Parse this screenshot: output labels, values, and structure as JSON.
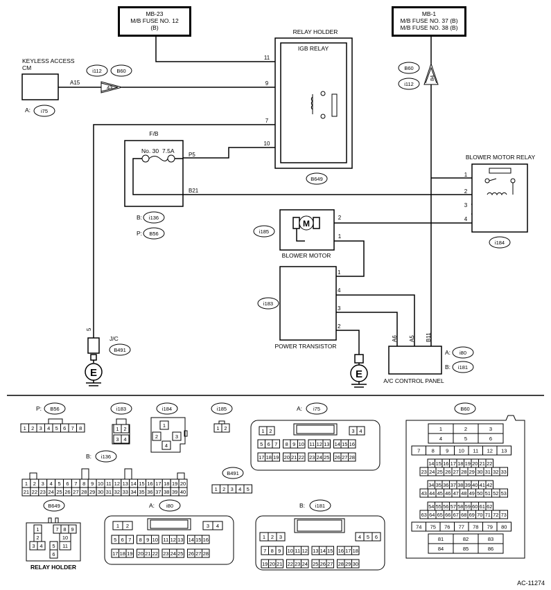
{
  "fuse_mb23": {
    "line1": "MB-23",
    "line2": "M/B FUSE NO. 12",
    "line3": "(B)"
  },
  "fuse_mb1": {
    "line1": "MB-1",
    "line2": "M/B FUSE NO. 37 (B)",
    "line3": "M/B FUSE NO. 38 (B)"
  },
  "relay_holder": {
    "title": "RELAY HOLDER",
    "relay": "IGB RELAY",
    "pins": [
      "11",
      "9",
      "7",
      "10"
    ],
    "connector": "B649"
  },
  "keyless": {
    "line1": "KEYLESS ACCESS",
    "line2": "CM",
    "terminal": "A15",
    "conn_prefix": "A:",
    "conn": "i75"
  },
  "conn_i112_b60_left": {
    "a": "i112",
    "b": "B60",
    "pin": "43"
  },
  "conn_b60_i112_right": {
    "a": "B60",
    "b": "i112",
    "pin": "84"
  },
  "fb": {
    "title": "F/B",
    "fuse": "No. 30",
    "amp": "7.5A",
    "p5": "P5",
    "b21": "B21",
    "b_prefix": "B:",
    "b_conn": "i136",
    "p_prefix": "P:",
    "p_conn": "B56"
  },
  "blower_relay": {
    "title": "BLOWER MOTOR RELAY",
    "pins": [
      "1",
      "2",
      "3",
      "4"
    ],
    "connector": "i184"
  },
  "blower_motor": {
    "title": "BLOWER MOTOR",
    "connector": "i185",
    "pins": [
      "2",
      "1"
    ],
    "symbol": "M"
  },
  "power_transistor": {
    "title": "POWER TRANSISTOR",
    "connector": "i183",
    "pins": [
      "1",
      "4",
      "3",
      "2"
    ]
  },
  "jc": {
    "title": "J/C",
    "pin": "5",
    "connector": "B491"
  },
  "ground": {
    "symbol": "E"
  },
  "ac_panel": {
    "title": "A/C CONTROL PANEL",
    "terminals": [
      "A6",
      "A5",
      "B11"
    ],
    "a_prefix": "A:",
    "a_conn": "i80",
    "b_prefix": "B:",
    "b_conn": "i181"
  },
  "bottom": {
    "b56_prefix": "P:",
    "b56": "B56",
    "b56_pins": [
      "1",
      "2",
      "3",
      "4",
      "5",
      "6",
      "7",
      "8"
    ],
    "i183": "i183",
    "i183_pins": [
      "1",
      "2",
      "3",
      "4"
    ],
    "i184": "i184",
    "i184_pins": [
      "1",
      "2",
      "3",
      "4"
    ],
    "i185": "i185",
    "i185_pins": [
      "1",
      "2"
    ],
    "i75_prefix": "A:",
    "i75": "i75",
    "i75_rows": [
      [
        "1",
        "2",
        "",
        "",
        "3",
        "4"
      ],
      [
        "5",
        "6",
        "7",
        "8",
        "9",
        "10",
        "11",
        "12",
        "13",
        "14",
        "15",
        "16"
      ],
      [
        "17",
        "18",
        "19",
        "20",
        "21",
        "22",
        "23",
        "24",
        "25",
        "26",
        "27",
        "28"
      ]
    ],
    "b60": "B60",
    "b60_rows": [
      [
        "1",
        "2",
        "3"
      ],
      [
        "4",
        "5",
        "6"
      ],
      [
        "7",
        "8",
        "9",
        "10",
        "11",
        "12",
        "13"
      ],
      [
        "14",
        "15",
        "16",
        "17",
        "18",
        "19",
        "20",
        "21",
        "22"
      ],
      [
        "23",
        "24",
        "25",
        "26",
        "27",
        "28",
        "29",
        "30",
        "31",
        "32",
        "33"
      ],
      [
        "34",
        "35",
        "36",
        "37",
        "38",
        "39",
        "40",
        "41",
        "42"
      ],
      [
        "43",
        "44",
        "45",
        "46",
        "47",
        "48",
        "49",
        "50",
        "51",
        "52",
        "53"
      ],
      [
        "54",
        "55",
        "56",
        "57",
        "58",
        "59",
        "60",
        "61",
        "62"
      ],
      [
        "63",
        "64",
        "65",
        "66",
        "67",
        "68",
        "69",
        "70",
        "71",
        "72",
        "73"
      ],
      [
        "74",
        "75",
        "76",
        "77",
        "78",
        "79",
        "80"
      ],
      [
        "81",
        "82",
        "83"
      ],
      [
        "84",
        "85",
        "86"
      ]
    ],
    "i136_prefix": "B:",
    "i136": "i136",
    "i136_row1": [
      "1",
      "2",
      "3",
      "4",
      "5",
      "6",
      "7",
      "8",
      "9",
      "10",
      "11",
      "12",
      "13",
      "14",
      "15",
      "16",
      "17",
      "18",
      "19",
      "20"
    ],
    "i136_row2": [
      "21",
      "22",
      "23",
      "24",
      "25",
      "26",
      "27",
      "28",
      "29",
      "30",
      "31",
      "32",
      "33",
      "34",
      "35",
      "36",
      "37",
      "38",
      "39",
      "40"
    ],
    "b491": "B491",
    "b491_pins": [
      "1",
      "2",
      "3",
      "4",
      "5"
    ],
    "b649": "B649",
    "b649_pins": [
      "1",
      "2",
      "3",
      "4",
      "5",
      "6",
      "7",
      "8",
      "9",
      "10",
      "11"
    ],
    "relay_holder": "RELAY HOLDER",
    "i80_prefix": "A:",
    "i80": "i80",
    "i80_rows": [
      [
        "1",
        "2",
        "3",
        "4"
      ],
      [
        "5",
        "6",
        "7",
        "8",
        "9",
        "10",
        "11",
        "12",
        "13",
        "14",
        "15",
        "16"
      ],
      [
        "17",
        "18",
        "19",
        "20",
        "21",
        "22",
        "23",
        "24",
        "25",
        "26",
        "27",
        "28"
      ]
    ],
    "i181_prefix": "B:",
    "i181": "i181",
    "i181_rows": [
      [
        "1",
        "2",
        "3",
        "4",
        "5",
        "6"
      ],
      [
        "7",
        "8",
        "9",
        "10",
        "11",
        "12",
        "13",
        "14",
        "15",
        "16",
        "17",
        "18"
      ],
      [
        "19",
        "20",
        "21",
        "22",
        "23",
        "24",
        "25",
        "26",
        "27",
        "28",
        "29",
        "30"
      ]
    ]
  },
  "figure_code": "AC-11274"
}
